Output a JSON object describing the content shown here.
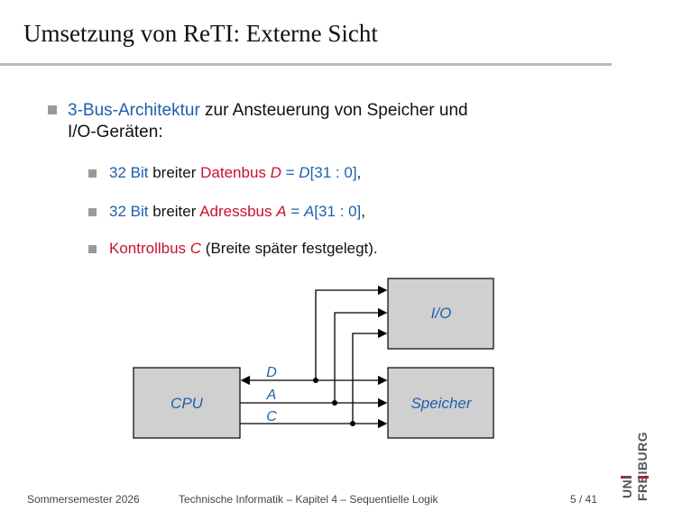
{
  "slide": {
    "title": "Umsetzung von ReTI: Externe Sicht"
  },
  "bullet_main": {
    "part1": "3-Bus-Architektur",
    "part2": " zur Ansteuerung von Speicher und",
    "line2": "I/O-Geräten:"
  },
  "bullets_sub": [
    {
      "a": "32 Bit",
      "b": " breiter ",
      "c": "Datenbus ",
      "d": "D",
      "e": " = ",
      "f": "D",
      "g": "[31 : 0]",
      "h": ","
    },
    {
      "a": "32 Bit",
      "b": " breiter ",
      "c": "Adressbus ",
      "d": "A",
      "e": " = ",
      "f": "A",
      "g": "[31 : 0]",
      "h": ","
    },
    {
      "a": "Kontrollbus ",
      "b": "C",
      "c": " (Breite später festgelegt)."
    }
  ],
  "diagram": {
    "cpu": "CPU",
    "io": "I/O",
    "speicher": "Speicher",
    "bus_d": "D",
    "bus_a": "A",
    "bus_c": "C"
  },
  "footer": {
    "semester": "Sommersemester 2026",
    "course": "Technische Informatik –  Kapitel 4 – Sequentielle Logik",
    "page": "5 / 41"
  },
  "logo": {
    "uni": "UNI",
    "freiburg": "FREIBURG"
  },
  "colors": {
    "blue": "#1f5fad",
    "red": "#c8102e",
    "box_fill": "#d0d0d0"
  }
}
